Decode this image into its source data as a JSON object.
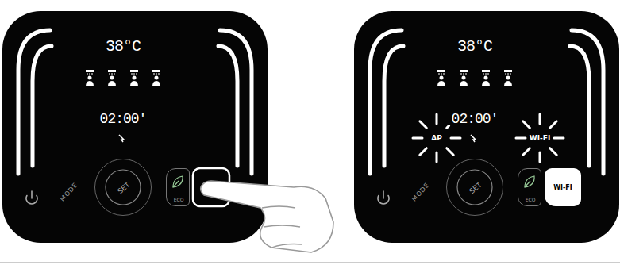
{
  "diagram": {
    "nodes": [
      {
        "text": [
          "38°C",
          "02:00'",
          "MODE"
        ]
      },
      {
        "text": [
          "SET"
        ],
        "in": 0
      },
      {
        "text": [
          "ECO"
        ],
        "in": 0
      },
      {
        "text": [
          "38°C",
          "02:00'",
          "AP",
          "WI-FI",
          "MODE"
        ]
      },
      {
        "text": [
          "SET"
        ],
        "in": 3
      },
      {
        "text": [
          "ECO"
        ],
        "in": 3
      },
      {
        "text": [
          "WI-FI"
        ],
        "in": 3
      }
    ]
  }
}
